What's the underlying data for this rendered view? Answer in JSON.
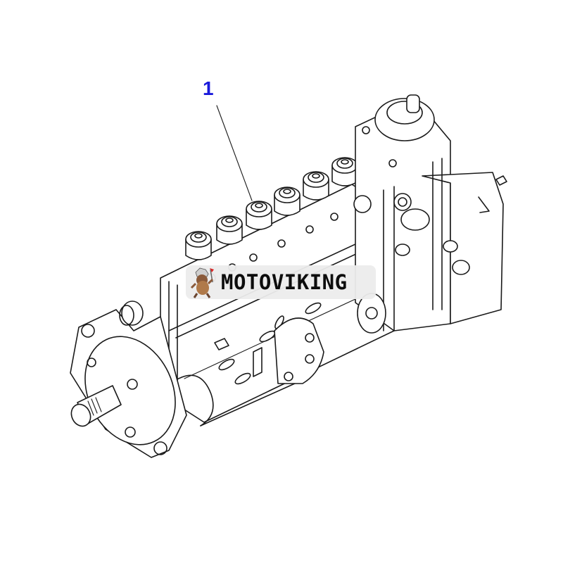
{
  "diagram": {
    "subject": "fuel injection pump assembly (exploded parts illustration)",
    "line_color": "#1a1a1a",
    "background": "#ffffff"
  },
  "callouts": [
    {
      "label": "1",
      "color": "#1a1adb",
      "points_to": "injection pump assembly (third delivery valve holder)"
    }
  ],
  "watermark": {
    "text": "MOTOVIKING",
    "badge_color": "#ececec",
    "icon": "viking-mascot-icon"
  }
}
